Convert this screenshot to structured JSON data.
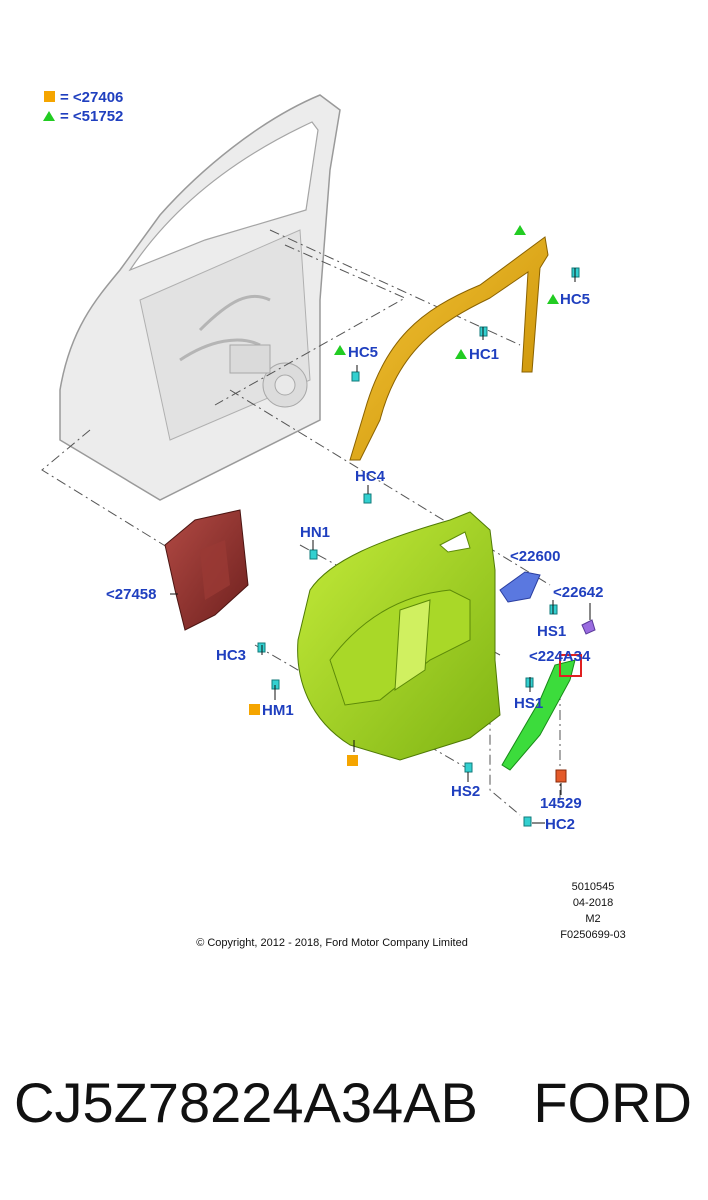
{
  "legend": [
    {
      "symbol": "square",
      "color": "#f5a500",
      "text": "= <27406"
    },
    {
      "symbol": "triangle",
      "color": "#22cc22",
      "text": "= <51752"
    }
  ],
  "callouts": {
    "hc5_top": "HC5",
    "hc5_mid": "HC5",
    "hc1": "HC1",
    "hc4": "HC4",
    "hn1": "HN1",
    "p22600": "<22600",
    "p22642": "<22642",
    "p27458": "<27458",
    "hs1_top": "HS1",
    "p224a34": "<224A34",
    "hc3": "HC3",
    "hs1_bot": "HS1",
    "hm1": "HM1",
    "hs2": "HS2",
    "p14529": "14529",
    "hc2": "HC2"
  },
  "meta": {
    "code1": "5010545",
    "date": "04-2018",
    "code2": "M2",
    "code3": "F0250699-03"
  },
  "copyright": "© Copyright, 2012 - 2018, Ford Motor Company Limited",
  "part_number": "CJ5Z78224A34AB",
  "brand": "FORD",
  "colors": {
    "callout_text": "#1f3fbf",
    "frame_yellow": "#e0a800",
    "trim_green": "#9cd21a",
    "insulator_red": "#8b2d2a",
    "handle_green": "#3cdc3c",
    "clip_cyan": "#33d0d0"
  }
}
